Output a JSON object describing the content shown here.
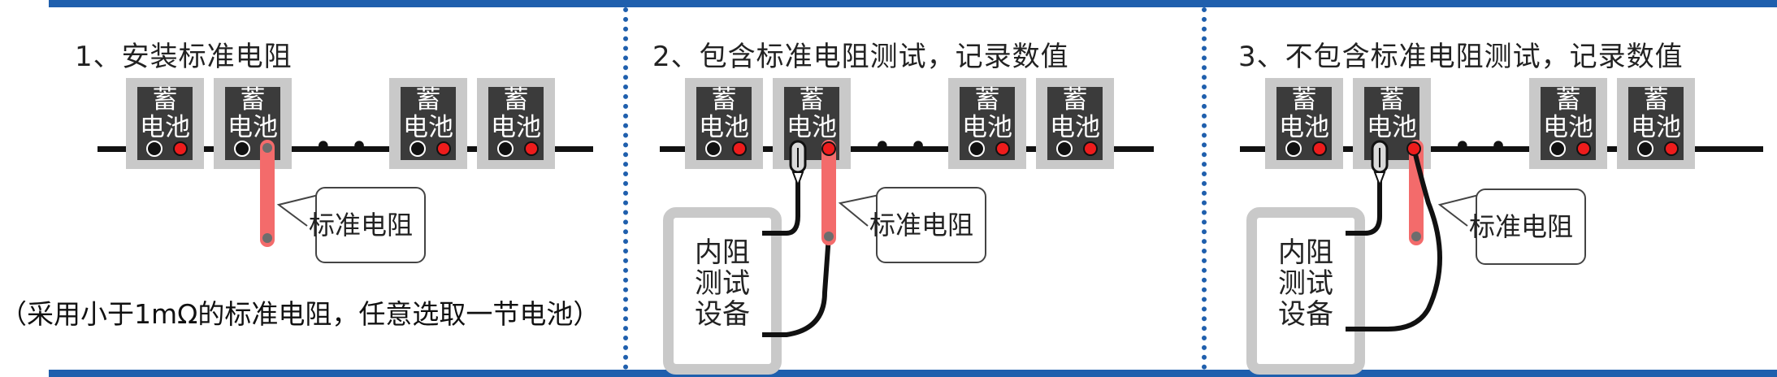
{
  "panels": [
    {
      "title": "1、安装标准电阻"
    },
    {
      "title": "2、包含标准电阻测试，记录数值"
    },
    {
      "title": "3、不包含标准电阻测试，记录数值"
    }
  ],
  "battery_label": [
    "蓄",
    "电池"
  ],
  "ellipsis": "• • •",
  "resistor_label": "标准电阻",
  "device_label": [
    "内阻",
    "测试",
    "设备"
  ],
  "note": "（采用小于1mΩ的标准电阻，任意选取一节电池）",
  "colors": {
    "frame_blue": "#1f5fad",
    "battery_frame": "#c9c9c9",
    "battery_body": "#3b3b3b",
    "resistor": "#f36b6b",
    "positive_terminal": "#ee1c1c"
  }
}
